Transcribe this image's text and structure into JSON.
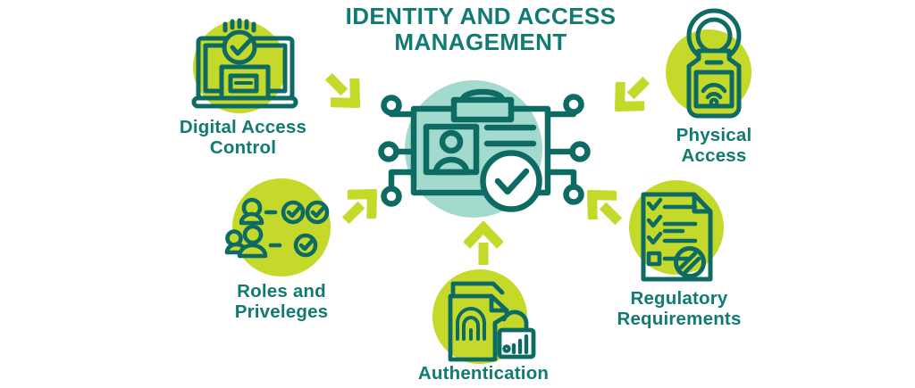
{
  "title": {
    "line1": "IDENTITY AND ACCESS",
    "line2": "MANAGEMENT"
  },
  "center_node": {
    "icon": "id-badge-circuit-icon"
  },
  "nodes": [
    {
      "id": "digital-access-control",
      "icon": "laptop-verified-icon",
      "label": {
        "line1": "Digital Access",
        "line2": "Control"
      }
    },
    {
      "id": "physical-access",
      "icon": "smart-lock-wifi-icon",
      "label": {
        "line1": "Physical",
        "line2": "Access"
      }
    },
    {
      "id": "roles-and-priveleges",
      "icon": "user-roles-checks-icon",
      "label": {
        "line1": "Roles and",
        "line2": "Priveleges"
      }
    },
    {
      "id": "regulatory-requirements",
      "icon": "compliance-checklist-icon",
      "label": {
        "line1": "Regulatory",
        "line2": "Requirements"
      }
    },
    {
      "id": "authentication",
      "icon": "fingerprint-document-lock-icon",
      "label": {
        "line1": "Authentication",
        "line2": ""
      }
    }
  ],
  "colors": {
    "teal_text": "#117a72",
    "teal_stroke": "#0d6b64",
    "lime": "#c5d92b",
    "light_teal": "#a2dace",
    "background": "#ffffff"
  }
}
